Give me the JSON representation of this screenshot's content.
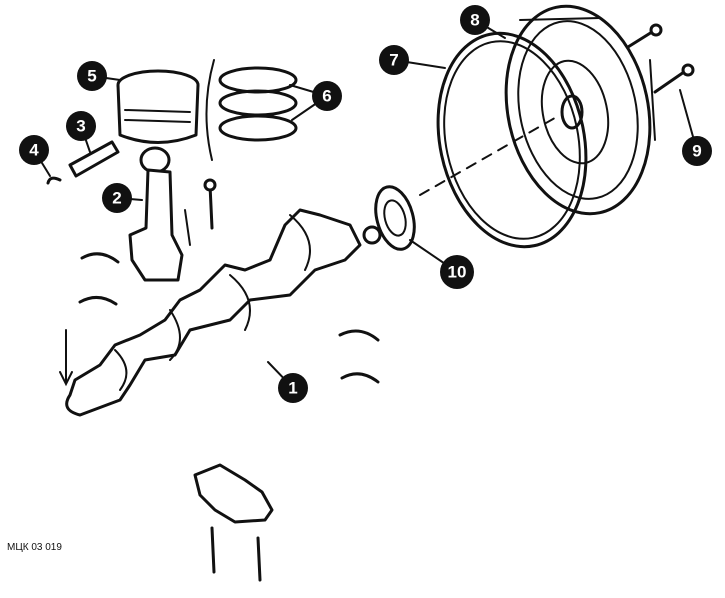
{
  "figure_code": "МЦК 03 019",
  "callouts": [
    {
      "id": "1",
      "label": "1"
    },
    {
      "id": "2",
      "label": "2"
    },
    {
      "id": "3",
      "label": "3"
    },
    {
      "id": "4",
      "label": "4"
    },
    {
      "id": "5",
      "label": "5"
    },
    {
      "id": "6",
      "label": "6"
    },
    {
      "id": "7",
      "label": "7"
    },
    {
      "id": "8",
      "label": "8"
    },
    {
      "id": "9",
      "label": "9"
    },
    {
      "id": "10",
      "label": "10"
    }
  ]
}
